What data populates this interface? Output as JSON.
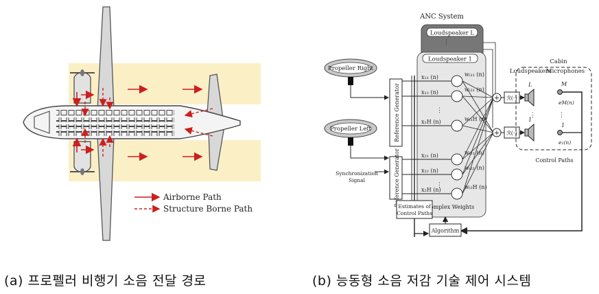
{
  "figure_a": {
    "caption": "(a) 프로펠러 비행기 소음 전달 경로",
    "legend": {
      "airborne": "Airborne Path",
      "structure": "Structure Borne Path"
    },
    "colors": {
      "band": "#fbefc6",
      "path": "#cc1f1f",
      "aircraft": "#555555"
    }
  },
  "figure_b": {
    "caption": "(b) 능동형 소음 저감 기술 제어 시스템",
    "title": "ANC System",
    "loudspeaker_back": "Loudspeaker L",
    "loudspeaker_front": "Loudspeaker 1",
    "propeller_right": "Propeller Right",
    "propeller_left": "Propeller Left",
    "reference_generator": "Reference Generator",
    "sync_line1": "Synchronization",
    "sync_line2": "Signal",
    "x_labels": [
      "x₁₁ (n)",
      "x₁₂ (n)",
      "x₁H (n)",
      "x₂₁ (n)",
      "x₂₂ (n)",
      "x₂H (n)"
    ],
    "w_labels": [
      "wᵢ₁₁ (n)",
      "wᵢ₂₁ (n)",
      "wᵢ₁H (n)",
      "wᵢ₂₁ (n)",
      "wᵢ₂₂ (n)",
      "wᵢ₂H (n)"
    ],
    "complex_weights": "Complex Weights",
    "estimates_line1": "Estimates of",
    "estimates_line2": "Control Paths",
    "algorithm": "Algorithm",
    "real_op": "ℛ(·)",
    "loudspeakers": "Loudspeakers",
    "microphones": "Microphones",
    "cabin": "Cabin",
    "control_paths": "Control Paths",
    "spk_top": "L",
    "spk_bot": "1",
    "mic_top_idx": "M",
    "mic_top_sig": "eM(n)",
    "mic_bot_idx": "1",
    "mic_bot_sig": "e₁(n)",
    "plus": "+"
  }
}
